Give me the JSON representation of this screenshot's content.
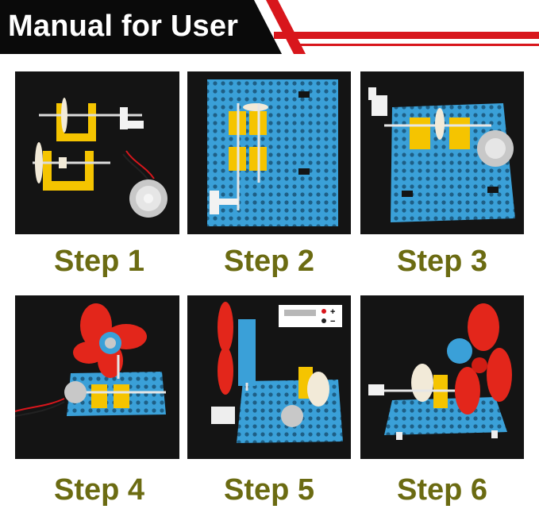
{
  "header": {
    "title": "Manual for User",
    "band_color": "#0a0a0a",
    "stripe_color": "#d8161c"
  },
  "label_color": "#6b6b12",
  "steps": [
    {
      "label": "Step 1"
    },
    {
      "label": "Step 2"
    },
    {
      "label": "Step 3"
    },
    {
      "label": "Step 4"
    },
    {
      "label": "Step 5"
    },
    {
      "label": "Step 6"
    }
  ],
  "colors": {
    "board": "#3aa0d8",
    "bracket": "#f5c400",
    "fan": "#e3261b",
    "motor": "#b8b8b8",
    "wheel": "#f2ead8"
  },
  "photo_subjects": [
    "kit-parts-photo",
    "blue-board-gear-brackets-photo",
    "board-with-crank-and-motor-photo",
    "fan-assembly-photo",
    "fan-with-battery-holder-photo",
    "finished-generator-photo"
  ],
  "inset_polarity": {
    "plus": "+",
    "minus": "−"
  }
}
